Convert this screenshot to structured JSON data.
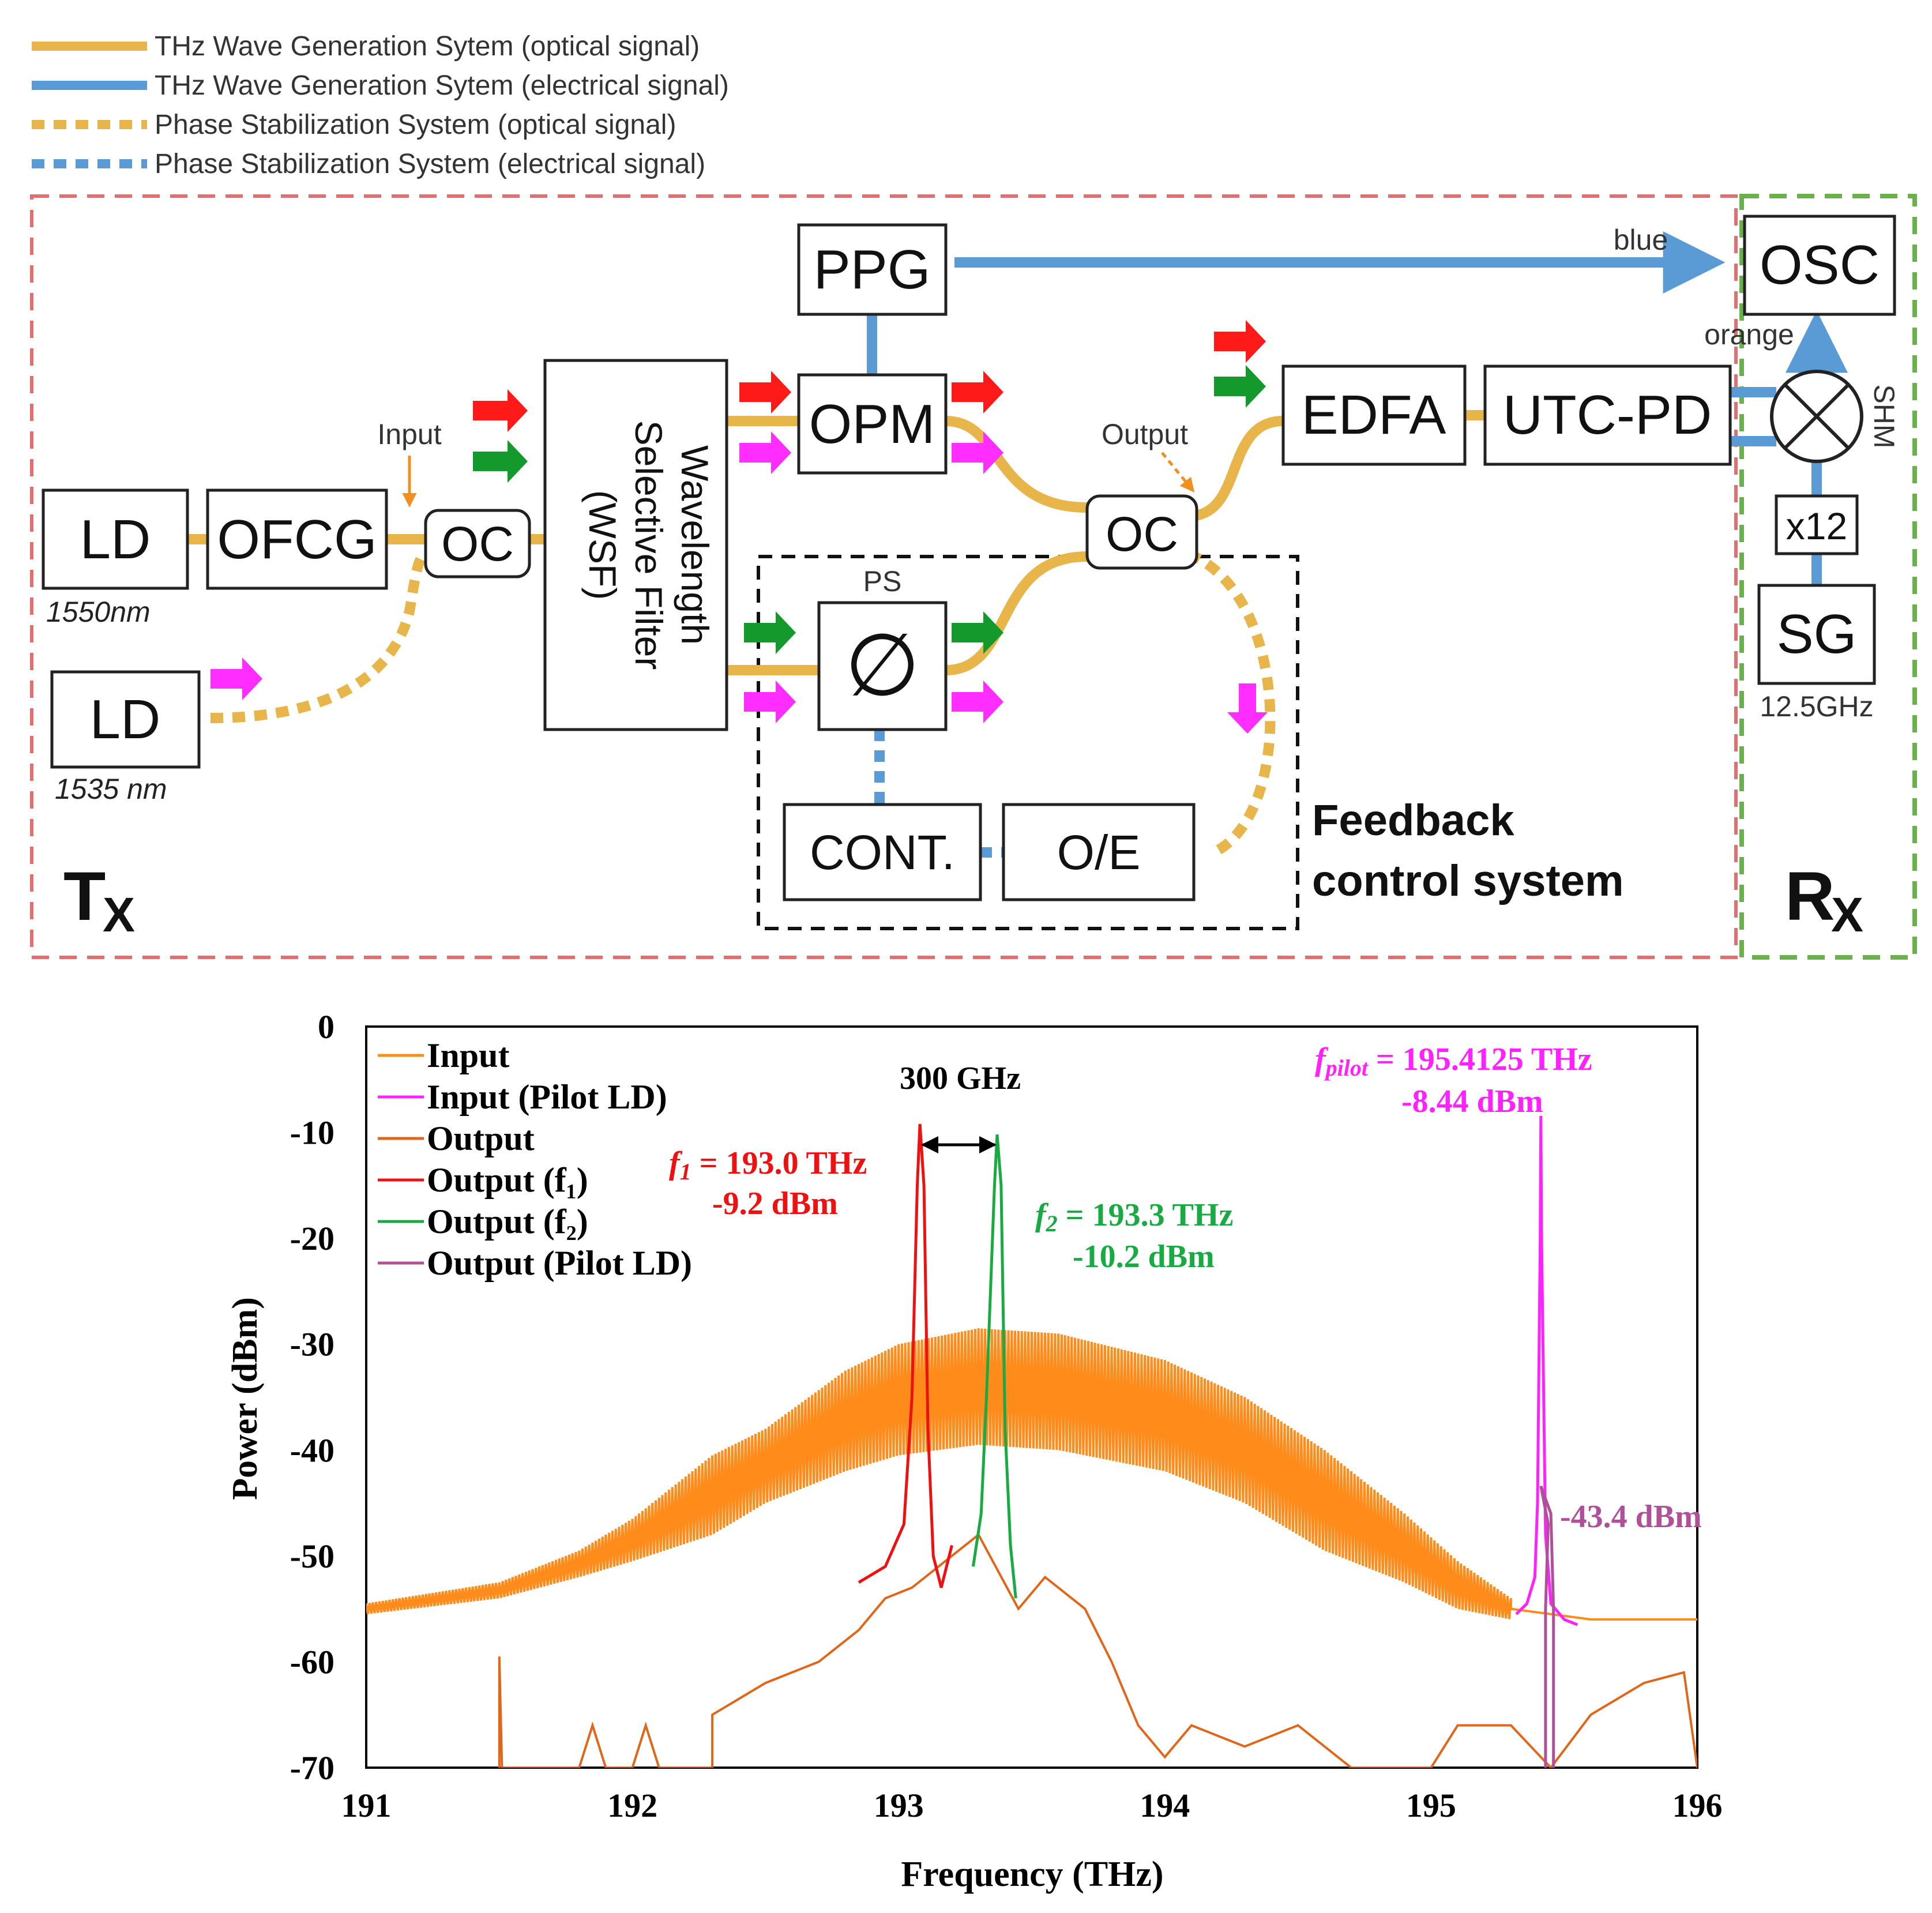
{
  "colors": {
    "optical": "#e8b54a",
    "electrical": "#5b9bd5",
    "tx_border": "#e07070",
    "rx_border": "#6ab04c",
    "red_arrow": "#ff1a1a",
    "green_arrow": "#14992c",
    "magenta_arrow": "#ff2dff",
    "orange_input": "#ff8c1a",
    "output_orange": "#e0661a",
    "f1_red": "#ee1111",
    "f2_green": "#1aaa44",
    "pilot_magenta": "#ff22ff",
    "pilot_out_purple": "#b0509a"
  },
  "legend": [
    {
      "label": "THz Wave Generation Sytem (optical signal)",
      "color": "#e8b54a",
      "style": "solid"
    },
    {
      "label": "THz Wave Generation Sytem (electrical signal)",
      "color": "#5b9bd5",
      "style": "solid"
    },
    {
      "label": "Phase Stabilization System (optical signal)",
      "color": "#e8b54a",
      "style": "dotted"
    },
    {
      "label": "Phase Stabilization System (electrical signal)",
      "color": "#5b9bd5",
      "style": "dotted"
    }
  ],
  "diagram": {
    "boxes": {
      "ld1": "LD",
      "ld1_wl": "1550nm",
      "ofcg": "OFCG",
      "oc_in": "OC",
      "ld2": "LD",
      "ld2_wl": "1535 nm",
      "wsf": [
        "Wavelength",
        "Selective Filter",
        "(WSF)"
      ],
      "ppg": "PPG",
      "opm": "OPM",
      "ps_label": "PS",
      "ps_symbol": "∅",
      "oc_out": "OC",
      "cont": "CONT.",
      "oe": "O/E",
      "edfa": "EDFA",
      "utcpd": "UTC-PD",
      "osc": "OSC",
      "shm": "SHM",
      "x12": "x12",
      "sg": "SG",
      "sg_freq": "12.5GHz"
    },
    "labels": {
      "input": "Input",
      "output": "Output",
      "blue": "blue",
      "orange": "orange",
      "feedback": [
        "Feedback",
        "control system"
      ],
      "tx_main": "T",
      "tx_sub": "X",
      "rx_main": "R",
      "rx_sub": "X"
    }
  },
  "chart_data": {
    "type": "line",
    "xlabel": "Frequency (THz)",
    "ylabel": "Power (dBm)",
    "xlim": [
      191,
      196
    ],
    "ylim": [
      -70,
      0
    ],
    "xticks": [
      "191",
      "192",
      "193",
      "194",
      "195",
      "196"
    ],
    "yticks": [
      "0",
      "-10",
      "-20",
      "-30",
      "-40",
      "-50",
      "-60",
      "-70"
    ],
    "legend": [
      "Input",
      "Input (Pilot LD)",
      "Output",
      " Output (f₁)",
      " Output (f₂)",
      "Output (Pilot LD)"
    ],
    "series": [
      {
        "name": "Input",
        "color": "#ff8c1a",
        "envelope_top": [
          [
            191.0,
            -54.5
          ],
          [
            191.5,
            -52.5
          ],
          [
            191.8,
            -49.5
          ],
          [
            192.0,
            -46.5
          ],
          [
            192.3,
            -40.5
          ],
          [
            192.5,
            -38.0
          ],
          [
            192.8,
            -32.5
          ],
          [
            193.0,
            -30.0
          ],
          [
            193.3,
            -28.5
          ],
          [
            193.6,
            -29.0
          ],
          [
            194.0,
            -31.5
          ],
          [
            194.3,
            -35.0
          ],
          [
            194.6,
            -40.0
          ],
          [
            194.9,
            -46.0
          ],
          [
            195.1,
            -50.5
          ],
          [
            195.3,
            -54.0
          ]
        ],
        "envelope_bottom": [
          [
            191.0,
            -55.5
          ],
          [
            191.5,
            -54.0
          ],
          [
            191.8,
            -52.0
          ],
          [
            192.0,
            -50.5
          ],
          [
            192.3,
            -48.0
          ],
          [
            192.5,
            -45.0
          ],
          [
            192.8,
            -42.0
          ],
          [
            193.0,
            -40.5
          ],
          [
            193.3,
            -39.5
          ],
          [
            193.6,
            -40.0
          ],
          [
            194.0,
            -42.0
          ],
          [
            194.3,
            -45.0
          ],
          [
            194.6,
            -49.5
          ],
          [
            194.9,
            -52.5
          ],
          [
            195.1,
            -55.0
          ],
          [
            195.3,
            -56.0
          ]
        ],
        "tail": [
          [
            195.3,
            -55.0
          ],
          [
            195.6,
            -56.0
          ],
          [
            196.0,
            -56.0
          ]
        ]
      },
      {
        "name": "Input (Pilot LD)",
        "color": "#ff22ff",
        "points": [
          [
            195.32,
            -55.5
          ],
          [
            195.36,
            -54.5
          ],
          [
            195.39,
            -52.0
          ],
          [
            195.4,
            -45.0
          ],
          [
            195.41,
            -20.0
          ],
          [
            195.4125,
            -8.44
          ],
          [
            195.415,
            -20.0
          ],
          [
            195.43,
            -48.0
          ],
          [
            195.45,
            -54.5
          ],
          [
            195.5,
            -56.0
          ],
          [
            195.55,
            -56.5
          ]
        ]
      },
      {
        "name": "Output",
        "color": "#e0661a",
        "points": [
          [
            191.5,
            -70
          ],
          [
            191.5,
            -59.5
          ],
          [
            191.51,
            -70
          ],
          [
            191.8,
            -70
          ],
          [
            191.85,
            -66
          ],
          [
            191.9,
            -70
          ],
          [
            192.0,
            -70
          ],
          [
            192.05,
            -66
          ],
          [
            192.1,
            -70
          ],
          [
            192.3,
            -70
          ],
          [
            192.3,
            -65
          ],
          [
            192.5,
            -62
          ],
          [
            192.7,
            -60
          ],
          [
            192.85,
            -57
          ],
          [
            192.95,
            -54
          ],
          [
            193.05,
            -53
          ],
          [
            193.25,
            -49
          ],
          [
            193.3,
            -48
          ],
          [
            193.45,
            -55
          ],
          [
            193.55,
            -52
          ],
          [
            193.7,
            -55
          ],
          [
            193.8,
            -60
          ],
          [
            193.9,
            -66
          ],
          [
            194.0,
            -69
          ],
          [
            194.1,
            -66
          ],
          [
            194.3,
            -68
          ],
          [
            194.5,
            -66
          ],
          [
            194.7,
            -70
          ],
          [
            195.0,
            -70
          ],
          [
            195.1,
            -66
          ],
          [
            195.3,
            -66
          ],
          [
            195.45,
            -70
          ],
          [
            195.6,
            -65
          ],
          [
            195.8,
            -62
          ],
          [
            195.95,
            -61
          ],
          [
            196.0,
            -70
          ]
        ]
      },
      {
        "name": "Output (f₁)",
        "color": "#ee1111",
        "points": [
          [
            192.85,
            -52.5
          ],
          [
            192.95,
            -51
          ],
          [
            193.02,
            -47
          ],
          [
            193.05,
            -35
          ],
          [
            193.07,
            -15
          ],
          [
            193.08,
            -9.2
          ],
          [
            193.095,
            -15
          ],
          [
            193.11,
            -38
          ],
          [
            193.13,
            -50
          ],
          [
            193.16,
            -53
          ],
          [
            193.2,
            -49
          ]
        ]
      },
      {
        "name": "Output (f₂)",
        "color": "#1aaa44",
        "points": [
          [
            193.28,
            -51
          ],
          [
            193.31,
            -46
          ],
          [
            193.33,
            -35
          ],
          [
            193.36,
            -15
          ],
          [
            193.37,
            -10.2
          ],
          [
            193.385,
            -15
          ],
          [
            193.4,
            -38
          ],
          [
            193.42,
            -49
          ],
          [
            193.44,
            -54
          ]
        ]
      },
      {
        "name": "Output (Pilot LD)",
        "color": "#b0509a",
        "points": [
          [
            195.43,
            -70
          ],
          [
            195.43,
            -55
          ],
          [
            195.44,
            -47
          ],
          [
            195.4125,
            -43.4
          ],
          [
            195.45,
            -46
          ],
          [
            195.46,
            -55
          ],
          [
            195.46,
            -70
          ]
        ]
      }
    ],
    "annotations": {
      "spacing": "300 GHz",
      "f1_sym": "f",
      "f1_sub": "1",
      "f1_val": " = 193.0 THz",
      "f1_dbm": "-9.2 dBm",
      "f2_sym": "f",
      "f2_sub": "2",
      "f2_val": " = 193.3 THz",
      "f2_dbm": "-10.2 dBm",
      "pilot_sym": "f",
      "pilot_sub": "pilot",
      "pilot_val": " = 195.4125 THz",
      "pilot_dbm": "-8.44 dBm",
      "pilot_out_dbm": "-43.4 dBm"
    }
  }
}
